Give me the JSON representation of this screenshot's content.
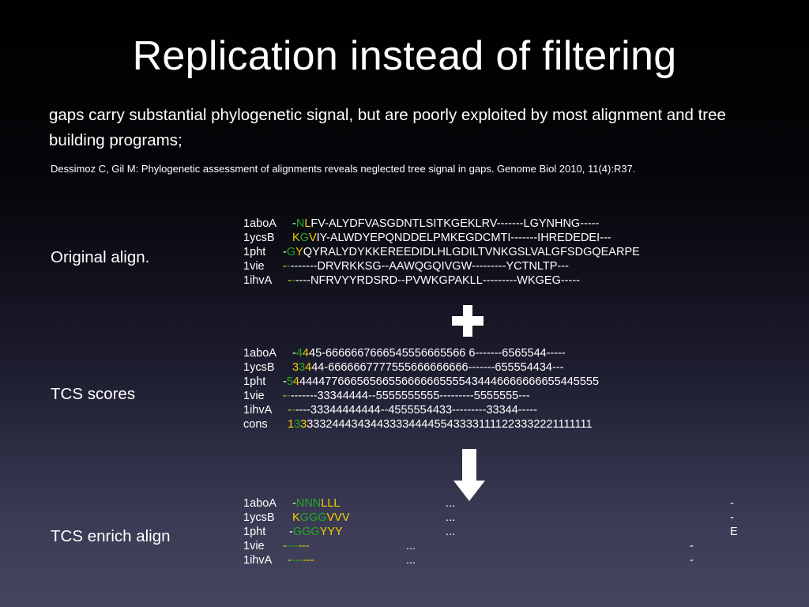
{
  "title": "Replication instead of filtering",
  "subtitle": "gaps carry substantial phylogenetic signal, but are poorly exploited by most alignment and tree building programs;",
  "citation": "Dessimoz C, Gil M: Phylogenetic assessment of alignments reveals neglected tree signal in gaps. Genome Biol 2010, 11(4):R37.",
  "labels": {
    "original": "Original align.",
    "tcs": "TCS scores",
    "enrich": "TCS enrich align"
  },
  "icons": {
    "plus": "plus-icon",
    "arrow": "down-arrow-icon"
  },
  "original": [
    {
      "name": "1aboA",
      "parts": [
        "-",
        "N",
        "L",
        "FV-ALYDFVASGDNTLSITKGEKLRV-------LGYNHNG-----"
      ]
    },
    {
      "name": "1ycsB",
      "parts": [
        "K",
        "G",
        "V",
        "IY-ALWDYEPQNDDELPMKEGDCMTI-------IHREDEDEI---"
      ]
    },
    {
      "name": "1pht",
      "parts": [
        "-",
        "G",
        "Y",
        "QYRALYDYKKEREEDIDLHLGDILTVNKGSLVALGFSDGQEARPE"
      ]
    },
    {
      "name": "1vie",
      "parts": [
        "-",
        "-",
        "",
        "-------DRVRKKSG--AAWQGQIVGW---------YCTNLTP---"
      ]
    },
    {
      "name": "1ihvA",
      "parts": [
        "-",
        "-",
        "",
        "----NFRVYYRDSRD--PVWKGPAKLL---------WKGEG-----"
      ]
    }
  ],
  "tcs": [
    {
      "name": "1aboA",
      "parts": [
        "-",
        "4",
        "4",
        "45-6666667666545556665566 6-------6565544-----"
      ]
    },
    {
      "name": "1ycsB",
      "parts": [
        "3",
        "3",
        "4",
        "44-6666667777555666666666-------655554434---"
      ]
    },
    {
      "name": "1pht",
      "parts": [
        "-",
        "5",
        "4",
        "44447766656566556666665555434446666666655445555"
      ]
    },
    {
      "name": "1vie",
      "parts": [
        "-",
        "-",
        "",
        "-------33344444--5555555555---------5555555---"
      ]
    },
    {
      "name": "1ihvA",
      "parts": [
        "-",
        "-",
        "",
        "----33344444444--4555554433---------33344-----"
      ]
    },
    {
      "name": "cons",
      "parts": [
        "1",
        "3",
        "3",
        "3332444343443333444455433331111223332221111111"
      ]
    }
  ],
  "enrich": [
    {
      "name": "1aboA",
      "parts": [
        "-",
        "NNN",
        "LLL"
      ],
      "mid": "...",
      "end": "-"
    },
    {
      "name": "1ycsB",
      "parts": [
        "K",
        "GGG",
        "VVV"
      ],
      "mid": "...",
      "end": "-"
    },
    {
      "name": "1pht",
      "parts": [
        "-",
        "GGG",
        "YYY"
      ],
      "mid": "...",
      "end": "E"
    },
    {
      "name": "1vie",
      "parts": [
        "-",
        "---",
        "---"
      ],
      "mid": "...",
      "end": "-"
    },
    {
      "name": "1ihvA",
      "parts": [
        "-",
        "---",
        "---"
      ],
      "mid": "...",
      "end": "-"
    }
  ]
}
